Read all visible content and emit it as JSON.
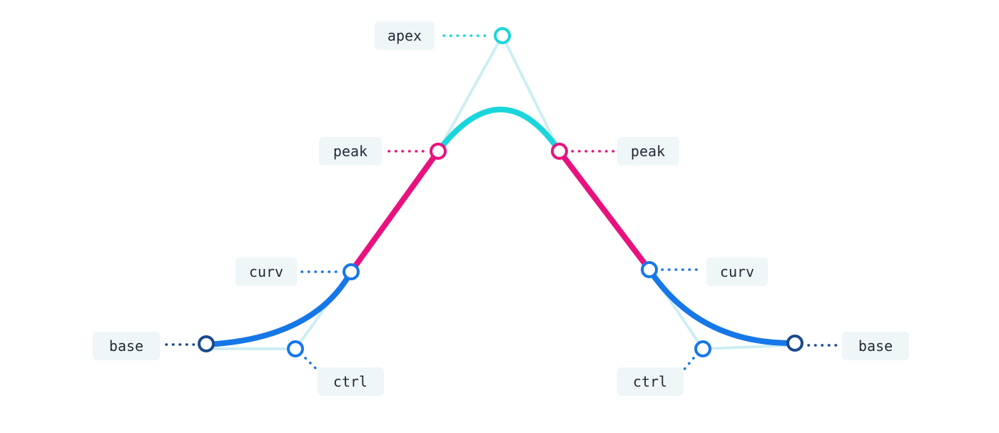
{
  "labels": {
    "apex": "apex",
    "peak_left": "peak",
    "peak_right": "peak",
    "curv_left": "curv",
    "curv_right": "curv",
    "base_left": "base",
    "base_right": "base",
    "ctrl_left": "ctrl",
    "ctrl_right": "ctrl"
  },
  "colors": {
    "peak_segment": "#e8127f",
    "apex_segment": "#1ad6da",
    "base_segment": "#1677e8",
    "base_point": "#1a4a8c",
    "guide_line": "#cdeef3",
    "label_bg": "#eef6f8",
    "label_text": "#1f2a36"
  }
}
